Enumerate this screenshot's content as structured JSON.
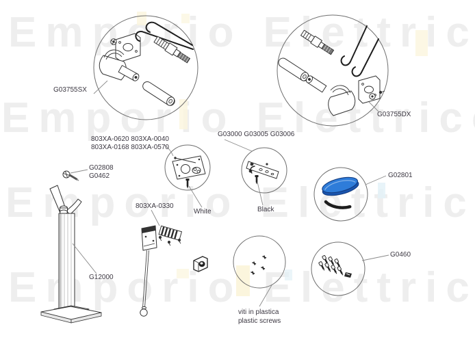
{
  "watermark": {
    "text": "Emporio Elettrico"
  },
  "parts": {
    "kit_sx": {
      "label": "G03755SX"
    },
    "kit_dx": {
      "label": "G03755DX"
    },
    "kit_codes": {
      "line1": "803XA-0620 803XA-0040",
      "line2": "803XA-0168 803XA-0570"
    },
    "screw_single": {
      "line1": "G02808",
      "line2": "G0462"
    },
    "plates_group": {
      "label": "G03000 G03005 G03006"
    },
    "plate_white": {
      "label": "White"
    },
    "plate_black": {
      "label": "Black"
    },
    "blue_cover": {
      "label": "G02801"
    },
    "bracket_kit": {
      "label": "803XA-0330"
    },
    "post": {
      "label": "G12000"
    },
    "screws_kit": {
      "label": "G0460"
    },
    "plastic_screws": {
      "line1": "viti in plastica",
      "line2": "plastic screws"
    }
  },
  "colors": {
    "watermark": "#eeeeee",
    "label_text": "#3b3741",
    "line": "#333333",
    "circle_stroke": "#6e6e6e",
    "leader": "#8a8a8a",
    "accent_blue": "#2e7cd9",
    "accent_blue_dark": "#1a55ae",
    "accent_blue_outline": "#123a7e"
  }
}
